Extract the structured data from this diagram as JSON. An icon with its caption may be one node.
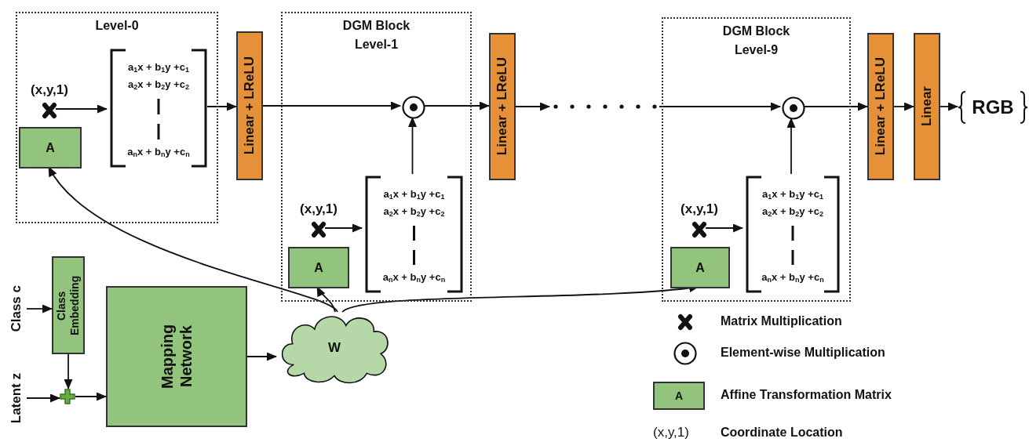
{
  "diagram": {
    "nodes": [
      {
        "text": [
          "Level-0"
        ]
      },
      {
        "text": [],
        "shape": "cross",
        "beside": [
          "(x,y,1)"
        ],
        "in": 0
      },
      {
        "text": [
          "A"
        ],
        "in": 0
      },
      {
        "text": [
          "a$_{1}$x + b$_{1}$y +c$_{1}$",
          "a$_{2}$x + b$_{2}$y +c$_{2}$",
          "a$_{n}$x + b$_{n}$y +c$_{n}$"
        ],
        "in": 0
      },
      {
        "text": [
          "Linear + LReLU"
        ]
      },
      {
        "text": [
          "DGM Block Level-1"
        ]
      },
      {
        "text": [],
        "shape": "circle",
        "in": 5
      },
      {
        "text": [],
        "shape": "cross",
        "beside": [
          "(x,y,1)"
        ],
        "in": 5
      },
      {
        "text": [
          "A"
        ],
        "in": 5
      },
      {
        "text": [
          "a$_{1}$x + b$_{1}$y +c$_{1}$",
          "a$_{2}$x + b$_{2}$y +c$_{2}$",
          "a$_{n}$x + b$_{n}$y +c$_{n}$"
        ],
        "in": 5
      },
      {
        "text": [
          "Linear + LReLU"
        ]
      },
      {
        "text": [],
        "shape": "dots"
      },
      {
        "text": [
          "DGM Block Level-9"
        ]
      },
      {
        "text": [],
        "shape": "circle",
        "in": 12
      },
      {
        "text": [],
        "shape": "cross",
        "beside": [
          "(x,y,1)"
        ],
        "in": 12
      },
      {
        "text": [
          "A"
        ],
        "in": 12
      },
      {
        "text": [
          "a$_{1}$x + b$_{1}$y +c$_{1}$",
          "a$_{2}$x + b$_{2}$y +c$_{2}$",
          "a$_{n}$x + b$_{n}$y +c$_{n}$"
        ],
        "in": 12
      },
      {
        "text": [
          "Linear + LReLU"
        ]
      },
      {
        "text": [
          "Linear"
        ]
      },
      {
        "text": [
          "RGB"
        ]
      },
      {
        "text": [
          "Class Embedding"
        ]
      },
      {
        "text": [],
        "shape": "plus"
      },
      {
        "text": [
          "Mapping Network"
        ]
      },
      {
        "text": [
          "W"
        ]
      },
      {
        "text": [
          "Class c"
        ]
      },
      {
        "text": [
          "Latent z"
        ]
      }
    ],
    "edges": [
      {
        "from": 1,
        "to": 3,
        "arrow": "to"
      },
      {
        "from": 3,
        "to": 4,
        "arrow": "to"
      },
      {
        "from": 4,
        "to": 6,
        "arrow": "to"
      },
      {
        "from": 7,
        "to": 9,
        "arrow": "to"
      },
      {
        "from": 9,
        "to": 6,
        "arrow": "to"
      },
      {
        "from": 6,
        "to": 10,
        "arrow": "to"
      },
      {
        "from": 10,
        "to": 11,
        "arrow": "to"
      },
      {
        "from": 11,
        "to": 13,
        "arrow": "to"
      },
      {
        "from": 14,
        "to": 16,
        "arrow": "to"
      },
      {
        "from": 16,
        "to": 13,
        "arrow": "to"
      },
      {
        "from": 13,
        "to": 17,
        "arrow": "to"
      },
      {
        "from": 17,
        "to": 18,
        "arrow": "to"
      },
      {
        "from": 18,
        "to": 19,
        "arrow": "to"
      },
      {
        "from": 24,
        "to": 20,
        "arrow": "to"
      },
      {
        "from": 20,
        "to": 21,
        "arrow": "to"
      },
      {
        "from": 25,
        "to": 21,
        "arrow": "to"
      },
      {
        "from": 21,
        "to": 22,
        "arrow": "to"
      },
      {
        "from": 22,
        "to": 23,
        "arrow": "to"
      },
      {
        "from": 23,
        "to": 2,
        "arrow": "to"
      },
      {
        "from": 23,
        "to": 8,
        "arrow": "to"
      },
      {
        "from": 23,
        "to": 15,
        "arrow": "to"
      }
    ],
    "labels": [
      "A",
      "(x,y,1)"
    ],
    "legend": [
      {
        "text": "Matrix Multiplication"
      },
      {
        "text": "Element-wise Multiplication"
      },
      {
        "text": "Affine Transformation Matrix",
        "color": "#93c47d"
      },
      {
        "text": "Coordinate Location"
      }
    ]
  }
}
